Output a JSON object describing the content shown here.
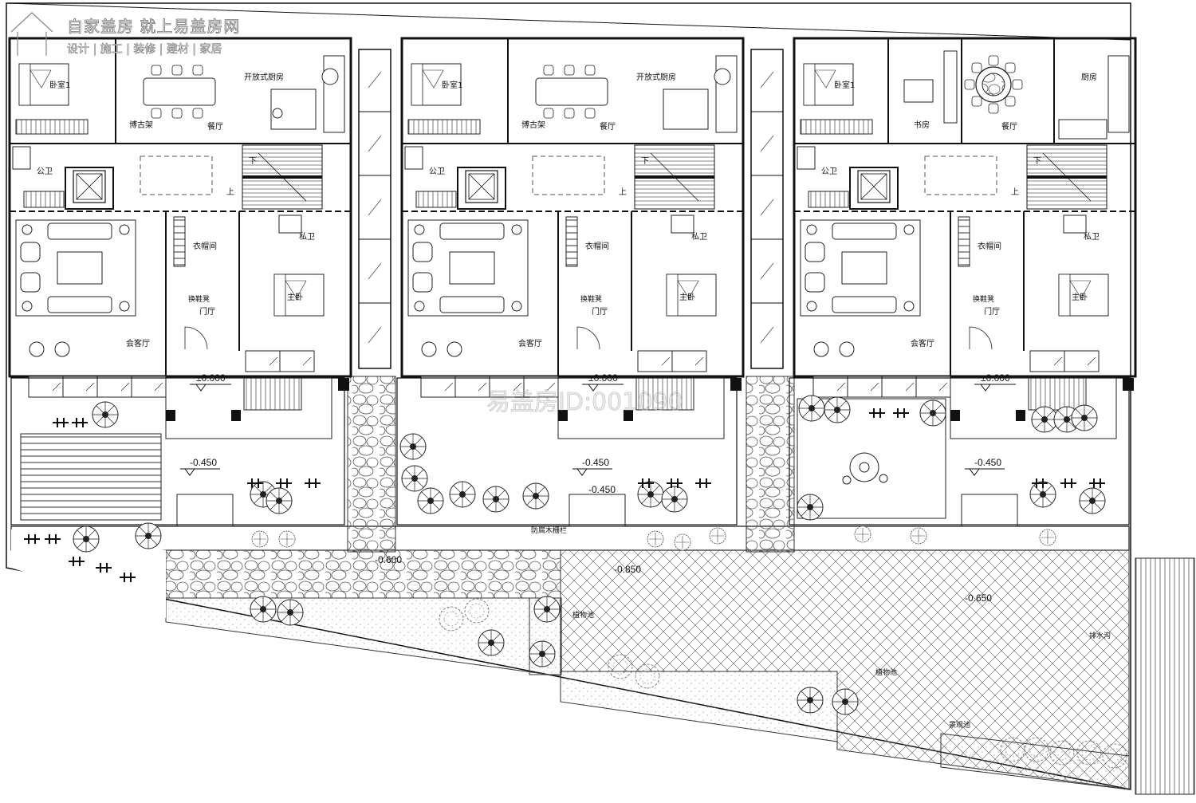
{
  "watermark": {
    "title": "自家盖房 就上易盖房网",
    "subtitle": "设计 | 施工 | 装修 | 建材 | 家居",
    "id_text": "易盖房ID:001090"
  },
  "rooms": {
    "bedroom1": "卧室1",
    "open_kitchen": "开放式厨房",
    "antique_shelf": "博古架",
    "dining": "餐厅",
    "public_wc": "公卫",
    "down": "下",
    "up": "上",
    "private_wc": "私卫",
    "closet": "衣帽间",
    "shoe_change": "换鞋凳",
    "foyer": "门厅",
    "master_bedroom": "主卧",
    "living_room": "会客厅",
    "study": "书房",
    "kitchen": "厨房"
  },
  "levels": {
    "ground": "±0.000",
    "yard": "-0.450",
    "path": "-0.600",
    "plaza_a": "-0.850",
    "plaza_b": "-0.650"
  },
  "garden": {
    "fence": "防腐木栅栏",
    "planting_1": "植物池",
    "planting_2": "植物池",
    "drain": "排水沟",
    "pond": "景观池"
  }
}
